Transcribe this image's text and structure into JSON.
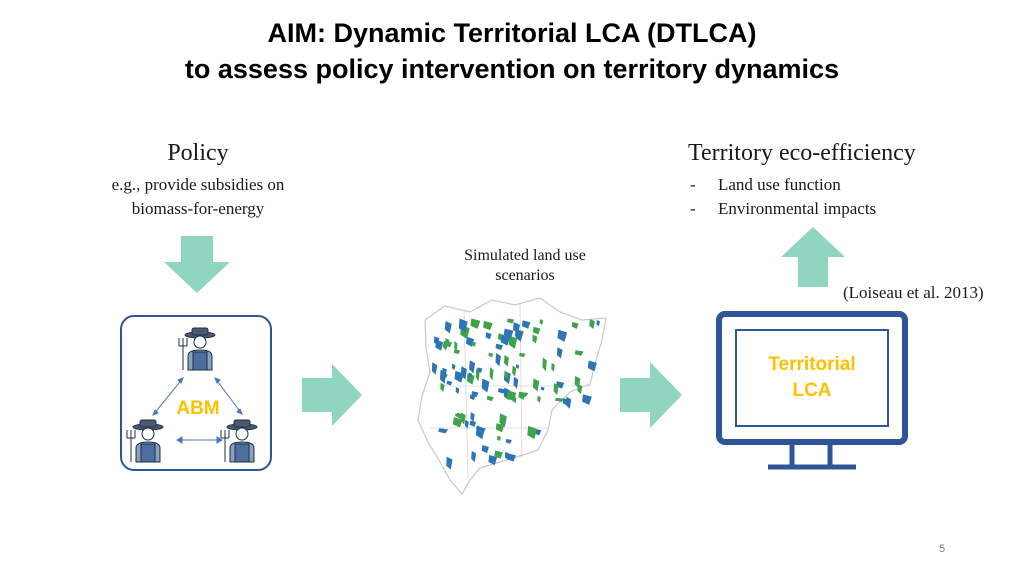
{
  "title": {
    "line1": "AIM: Dynamic Territorial LCA (DTLCA)",
    "line2": "to assess policy intervention on territory dynamics"
  },
  "policy": {
    "title": "Policy",
    "description_line1": "e.g., provide subsidies on",
    "description_line2": "biomass-for-energy"
  },
  "abm": {
    "label": "ABM"
  },
  "simulation": {
    "label_line1": "Simulated land use",
    "label_line2": "scenarios"
  },
  "territory": {
    "title": "Territory eco-efficiency",
    "items": [
      {
        "dash": "-",
        "text": "Land use function"
      },
      {
        "dash": "-",
        "text": "Environmental impacts"
      }
    ],
    "citation": "(Loiseau et al. 2013)"
  },
  "territorial_lca": {
    "line1": "Territorial",
    "line2": "LCA"
  },
  "page_number": "5",
  "colors": {
    "arrow": "#8fd5bf",
    "frame": "#2f5597",
    "accent_text": "#ffc000",
    "map_green": "#3ea34a",
    "map_blue": "#2e75b6"
  }
}
